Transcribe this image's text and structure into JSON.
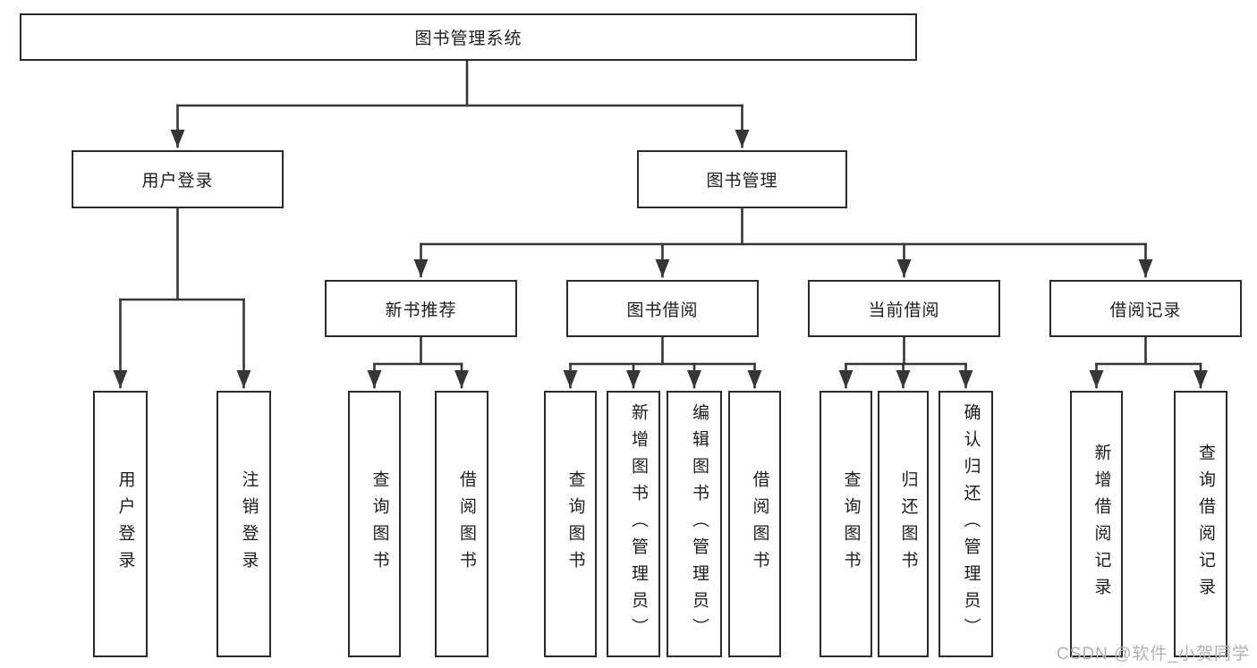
{
  "diagram": {
    "type": "hierarchy-tree",
    "title": "图书管理系统"
  },
  "tree": {
    "label": "图书管理系统",
    "children": [
      {
        "label": "用户登录",
        "children": [
          {
            "label": "用户登录"
          },
          {
            "label": "注销登录"
          }
        ]
      },
      {
        "label": "图书管理",
        "children": [
          {
            "label": "新书推荐",
            "children": [
              {
                "label": "查询图书"
              },
              {
                "label": "借阅图书"
              }
            ]
          },
          {
            "label": "图书借阅",
            "children": [
              {
                "label": "查询图书"
              },
              {
                "label": "新增图书（管理员）"
              },
              {
                "label": "编辑图书（管理员）"
              },
              {
                "label": "借阅图书"
              }
            ]
          },
          {
            "label": "当前借阅",
            "children": [
              {
                "label": "查询图书"
              },
              {
                "label": "归还图书"
              },
              {
                "label": "确认归还（管理员）"
              }
            ]
          },
          {
            "label": "借阅记录",
            "children": [
              {
                "label": "新增借阅记录"
              },
              {
                "label": "查询借阅记录"
              }
            ]
          }
        ]
      }
    ]
  },
  "watermark": "CSDN @软件_小贺同学",
  "colors": {
    "line": "#363636",
    "box_border": "#2b2b2b",
    "text": "#1d1d1d",
    "watermark": "#b2b0b0",
    "background": "#ffffff"
  }
}
